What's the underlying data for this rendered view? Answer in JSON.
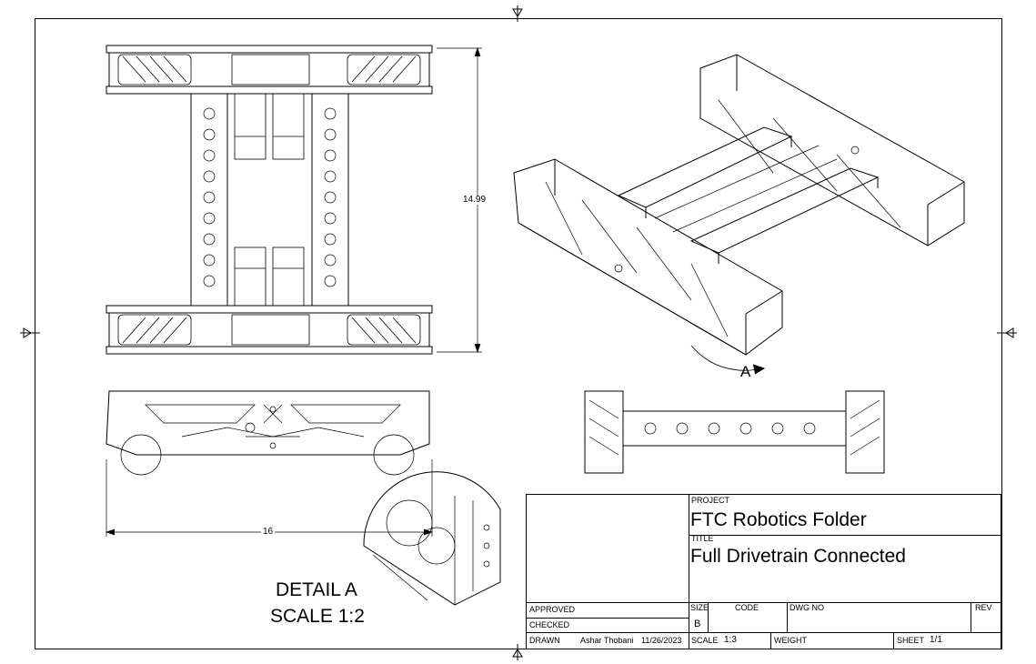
{
  "title_block": {
    "project_label": "PROJECT",
    "project": "FTC Robotics Folder",
    "title_label": "TITLE",
    "title": "Full Drivetrain Connected",
    "approved_label": "APPROVED",
    "checked_label": "CHECKED",
    "drawn_label": "DRAWN",
    "drawn_by": "Ashar Thobani",
    "drawn_date": "11/26/2023",
    "size_label": "SIZE",
    "size": "B",
    "code_label": "CODE",
    "dwg_no_label": "DWG NO",
    "rev_label": "REV",
    "scale_label": "SCALE",
    "scale": "1:3",
    "weight_label": "WEIGHT",
    "sheet_label": "SHEET",
    "sheet": "1/1"
  },
  "dimensions": {
    "width_top_view": "14.99",
    "length_side_view": "16"
  },
  "detail": {
    "callout": "A",
    "label": "DETAIL A",
    "scale": "SCALE 1:2"
  },
  "colors": {
    "line": "#000000",
    "background": "#ffffff"
  }
}
